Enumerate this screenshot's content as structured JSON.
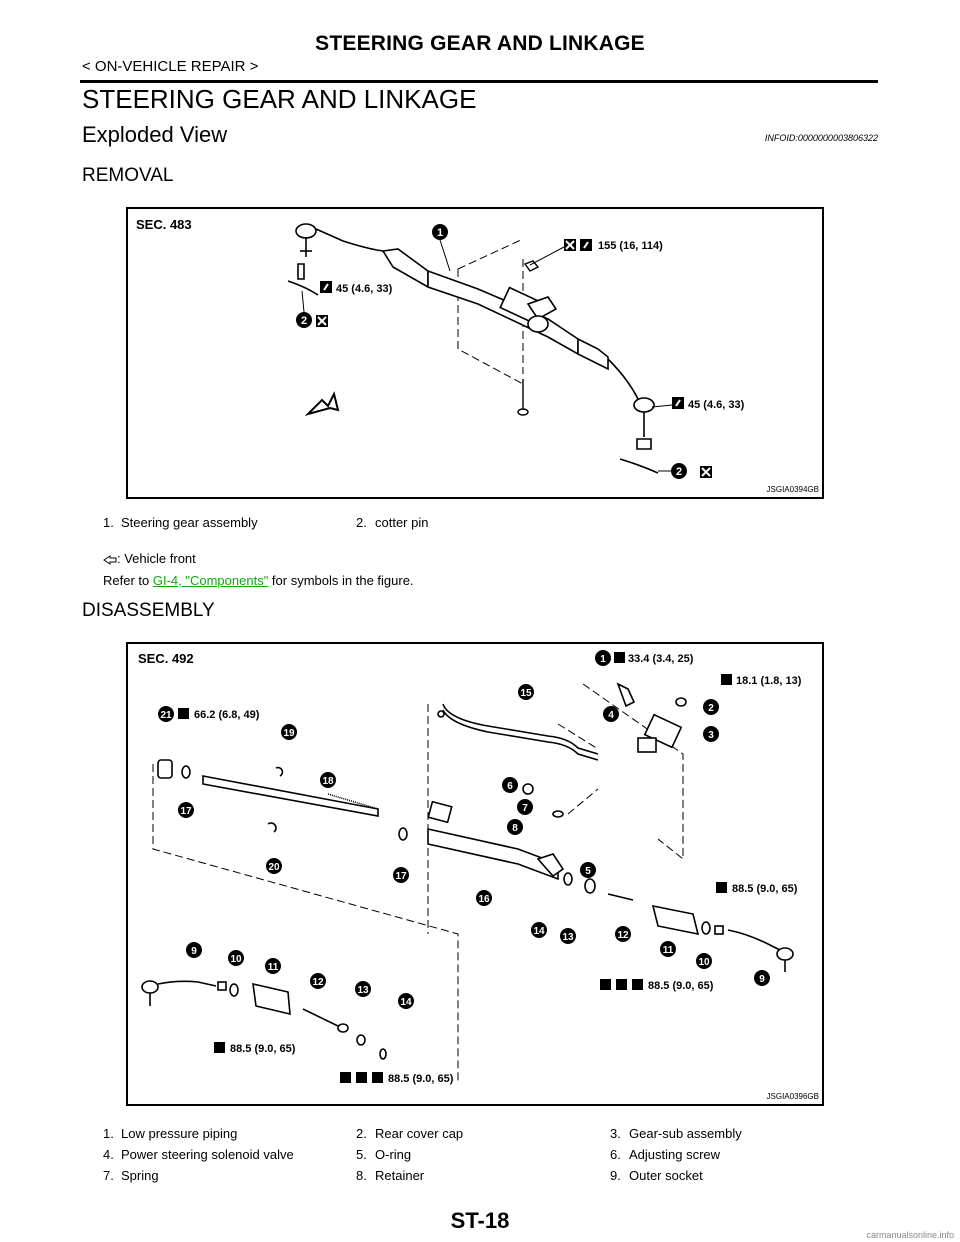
{
  "header": {
    "title": "STEERING GEAR AND LINKAGE",
    "breadcrumb": "< ON-VEHICLE REPAIR >"
  },
  "section_title": "STEERING GEAR AND LINKAGE",
  "subsection": {
    "title": "Exploded View",
    "info_id": "INFOID:0000000003806322"
  },
  "removal": {
    "heading": "REMOVAL",
    "figure": {
      "sec": "SEC. 483",
      "code": "JSGIA0394GB",
      "torque_155": "155 (16, 114)",
      "torque_45a": "45 (4.6, 33)",
      "torque_45b": "45 (4.6, 33)",
      "callouts": [
        "1",
        "2",
        "2"
      ]
    },
    "legend": [
      {
        "num": "1.",
        "label": "Steering gear assembly"
      },
      {
        "num": "2.",
        "label": "cotter pin"
      }
    ],
    "vehicle_front": ": Vehicle front",
    "refer_prefix": "Refer to ",
    "refer_link": "GI-4, \"Components\"",
    "refer_suffix": " for symbols in the figure."
  },
  "disassembly": {
    "heading": "DISASSEMBLY",
    "figure": {
      "sec": "SEC. 492",
      "code": "JSGIA0396GB",
      "t1": "33.4 (3.4, 25)",
      "t2": "18.1 (1.8, 13)",
      "t21": "66.2 (6.8, 49)",
      "t_r1": "88.5 (9.0, 65)",
      "t_r2": "88.5 (9.0, 65)",
      "t_l1": "88.5 (9.0, 65)",
      "t_l2": "88.5 (9.0, 65)"
    },
    "legend": [
      [
        {
          "num": "1.",
          "label": "Low pressure piping"
        },
        {
          "num": "2.",
          "label": "Rear cover cap"
        },
        {
          "num": "3.",
          "label": "Gear-sub assembly"
        }
      ],
      [
        {
          "num": "4.",
          "label": "Power steering solenoid valve"
        },
        {
          "num": "5.",
          "label": "O-ring"
        },
        {
          "num": "6.",
          "label": "Adjusting screw"
        }
      ],
      [
        {
          "num": "7.",
          "label": "Spring"
        },
        {
          "num": "8.",
          "label": "Retainer"
        },
        {
          "num": "9.",
          "label": "Outer socket"
        }
      ]
    ]
  },
  "footer": {
    "page": "ST-18",
    "watermark": "carmanualsonline.info"
  }
}
